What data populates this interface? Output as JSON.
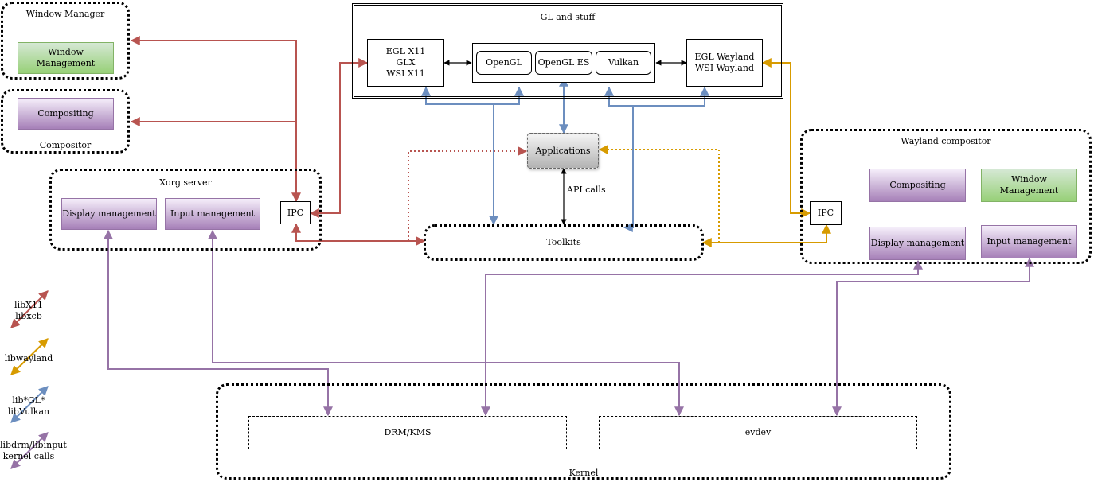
{
  "groups": {
    "window_manager": "Window Manager",
    "compositor": "Compositor",
    "xorg_server": "Xorg server",
    "gl_and_stuff": "GL and stuff",
    "wayland_compositor": "Wayland compositor",
    "kernel": "Kernel"
  },
  "nodes": {
    "wm_window_management": "Window Management",
    "comp_compositing": "Compositing",
    "xorg_display_management": "Display management",
    "xorg_input_management": "Input management",
    "xorg_ipc": "IPC",
    "egl_x11": "EGL X11\nGLX\nWSI X11",
    "opengl": "OpenGL",
    "opengl_es": "OpenGL ES",
    "vulkan": "Vulkan",
    "egl_wayland": "EGL Wayland\nWSI Wayland",
    "applications": "Applications",
    "toolkits": "Toolkits",
    "wl_compositing": "Compositing",
    "wl_window_management": "Window Management",
    "wl_ipc": "IPC",
    "wl_display_management": "Display management",
    "wl_input_management": "Input management",
    "drm_kms": "DRM/KMS",
    "evdev": "evdev"
  },
  "edge_labels": {
    "api_calls": "API calls"
  },
  "legend": [
    {
      "label": "libX11\nlibxcb",
      "color": "#b85450"
    },
    {
      "label": "libwayland",
      "color": "#d79b00"
    },
    {
      "label": "lib*GL*\nlibVulkan",
      "color": "#6c8ebf"
    },
    {
      "label": "libdrm/libinput\nkernel calls",
      "color": "#9673a6"
    }
  ],
  "colors": {
    "x11": "#b85450",
    "wayland": "#d79b00",
    "gl": "#6c8ebf",
    "kernel": "#9673a6",
    "black": "#000000"
  }
}
